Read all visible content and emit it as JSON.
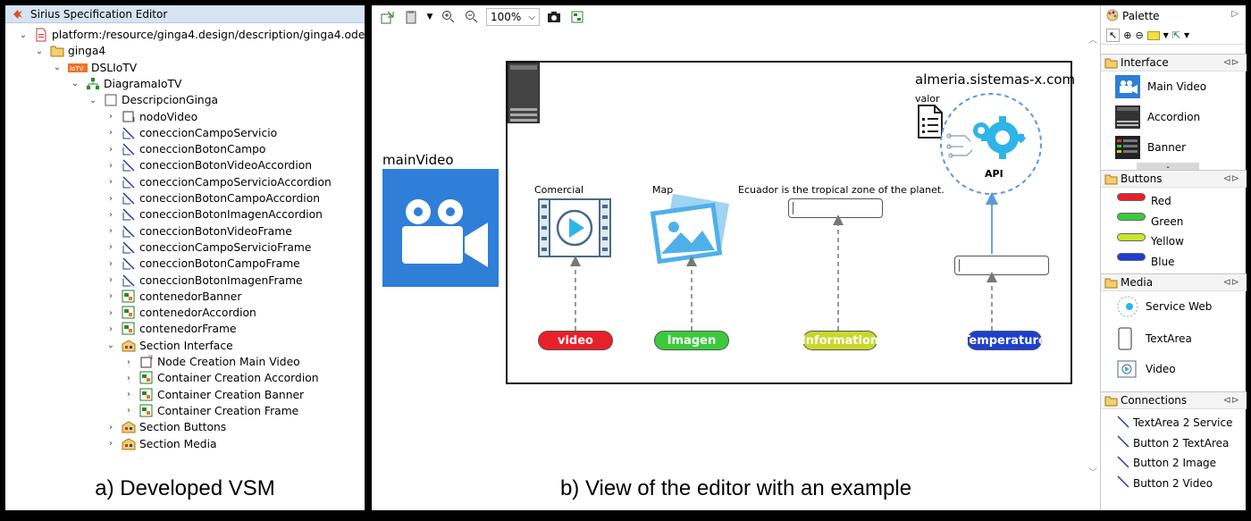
{
  "left": {
    "title": "Sirius Specification Editor",
    "caption": "a) Developed VSM",
    "tree": [
      {
        "label": "platform:/resource/ginga4.design/description/ginga4.odesign",
        "level": 0,
        "tw": "v",
        "icon": "doc"
      },
      {
        "label": "ginga4",
        "level": 1,
        "tw": "v",
        "icon": "folder"
      },
      {
        "label": "DSLIoTV",
        "level": 2,
        "tw": "v",
        "icon": "iotv"
      },
      {
        "label": "DiagramaIoTV",
        "level": 3,
        "tw": "v",
        "icon": "diagram"
      },
      {
        "label": "DescripcionGinga",
        "level": 4,
        "tw": "v",
        "icon": "layer"
      },
      {
        "label": "nodoVideo",
        "level": 5,
        "tw": ">",
        "icon": "node"
      },
      {
        "label": "coneccionCampoServicio",
        "level": 5,
        "tw": ">",
        "icon": "edge"
      },
      {
        "label": "coneccionBotonCampo",
        "level": 5,
        "tw": ">",
        "icon": "edge"
      },
      {
        "label": "coneccionBotonVideoAccordion",
        "level": 5,
        "tw": ">",
        "icon": "edge"
      },
      {
        "label": "coneccionCampoServicioAccordion",
        "level": 5,
        "tw": ">",
        "icon": "edge"
      },
      {
        "label": "coneccionBotonCampoAccordion",
        "level": 5,
        "tw": ">",
        "icon": "edge"
      },
      {
        "label": "coneccionBotonImagenAccordion",
        "level": 5,
        "tw": ">",
        "icon": "edge"
      },
      {
        "label": "coneccionBotonVideoFrame",
        "level": 5,
        "tw": ">",
        "icon": "edge"
      },
      {
        "label": "coneccionCampoServicioFrame",
        "level": 5,
        "tw": ">",
        "icon": "edge"
      },
      {
        "label": "coneccionBotonCampoFrame",
        "level": 5,
        "tw": ">",
        "icon": "edge"
      },
      {
        "label": "coneccionBotonImagenFrame",
        "level": 5,
        "tw": ">",
        "icon": "edge"
      },
      {
        "label": "contenedorBanner",
        "level": 5,
        "tw": ">",
        "icon": "container"
      },
      {
        "label": "contenedorAccordion",
        "level": 5,
        "tw": ">",
        "icon": "container"
      },
      {
        "label": "contenedorFrame",
        "level": 5,
        "tw": ">",
        "icon": "container"
      },
      {
        "label": "Section Interface",
        "level": 5,
        "tw": "v",
        "icon": "section"
      },
      {
        "label": "Node Creation Main Video",
        "level": 6,
        "tw": ">",
        "icon": "nodecreate"
      },
      {
        "label": "Container Creation Accordion",
        "level": 6,
        "tw": ">",
        "icon": "container"
      },
      {
        "label": "Container Creation Banner",
        "level": 6,
        "tw": ">",
        "icon": "container"
      },
      {
        "label": "Container Creation Frame",
        "level": 6,
        "tw": ">",
        "icon": "container"
      },
      {
        "label": "Section Buttons",
        "level": 5,
        "tw": ">",
        "icon": "section"
      },
      {
        "label": "Section Media",
        "level": 5,
        "tw": ">",
        "icon": "section"
      }
    ]
  },
  "editor": {
    "zoom": "100%",
    "caption": "b) View of the editor with an example",
    "main_video_label": "mainVideo",
    "domain_label": "almeria.sistemas-x.com",
    "valor_label": "valor",
    "api_label": "API",
    "comercial_label": "Comercial",
    "map_label": "Map",
    "ecuador_label": "Ecuador is the tropical zone of the planet.",
    "buttons": [
      {
        "label": "video",
        "color": "#e8202a"
      },
      {
        "label": "Imagen",
        "color": "#3cc93c"
      },
      {
        "label": "Information",
        "color": "#c8d82a"
      },
      {
        "label": "Temperature",
        "color": "#1f3fd0"
      }
    ]
  },
  "palette": {
    "title": "Palette",
    "drawers": [
      {
        "name": "Interface",
        "items": [
          "Main Video",
          "Accordion",
          "Banner"
        ]
      },
      {
        "name": "Buttons",
        "items": [
          "Red",
          "Green",
          "Yellow",
          "Blue"
        ]
      },
      {
        "name": "Media",
        "items": [
          "Service Web",
          "TextArea",
          "Video"
        ]
      },
      {
        "name": "Connections",
        "items": [
          "TextArea 2 Service",
          "Button 2 TextArea",
          "Button 2 Image",
          "Button 2 Video"
        ]
      }
    ],
    "button_colors": [
      "#e8202a",
      "#3cc93c",
      "#c8e82a",
      "#1f3fd0"
    ]
  }
}
